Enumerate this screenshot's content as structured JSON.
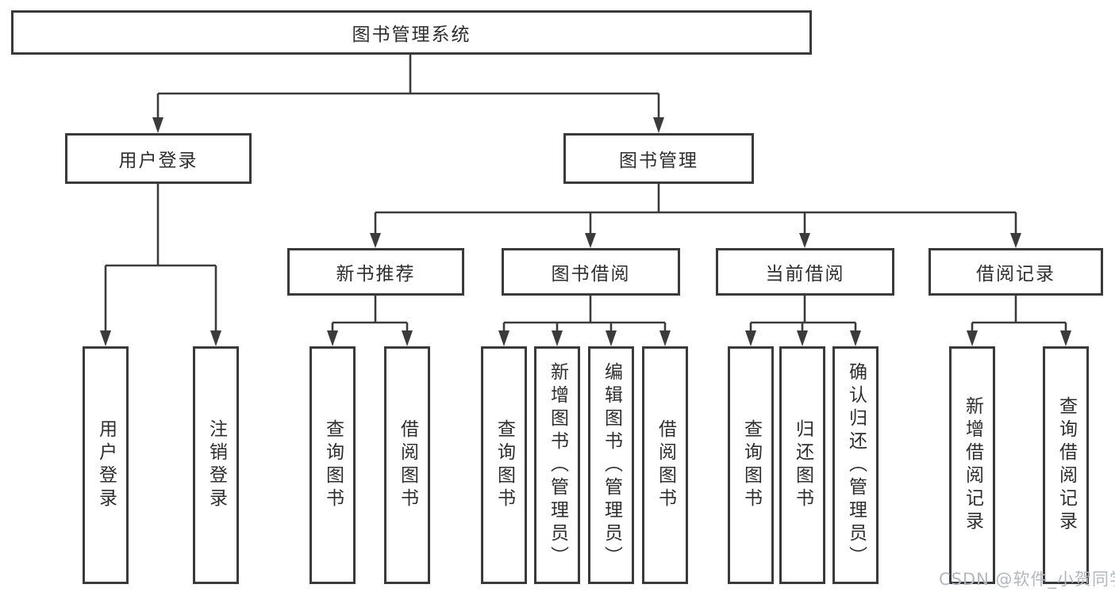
{
  "diagram": {
    "root": {
      "label": "图书管理系统"
    },
    "level2": [
      {
        "label": "用户登录"
      },
      {
        "label": "图书管理"
      }
    ],
    "level3": [
      {
        "label": "新书推荐"
      },
      {
        "label": "图书借阅"
      },
      {
        "label": "当前借阅"
      },
      {
        "label": "借阅记录"
      }
    ],
    "leaves": [
      {
        "label": "用户登录"
      },
      {
        "label": "注销登录"
      },
      {
        "label": "查询图书"
      },
      {
        "label": "借阅图书"
      },
      {
        "label": "查询图书"
      },
      {
        "label": "新增图书（管理员）"
      },
      {
        "label": "编辑图书（管理员）"
      },
      {
        "label": "借阅图书"
      },
      {
        "label": "查询图书"
      },
      {
        "label": "归还图书"
      },
      {
        "label": "确认归还（管理员）"
      },
      {
        "label": "新增借阅记录"
      },
      {
        "label": "查询借阅记录"
      }
    ]
  },
  "watermark": {
    "text": "CSDN @软件_小贺同学"
  },
  "colors": {
    "line": "#3b3b3b",
    "border": "#3a3a3a",
    "text": "#2e2e2e",
    "watermark": "#b3b7bf",
    "background": "#ffffff"
  }
}
